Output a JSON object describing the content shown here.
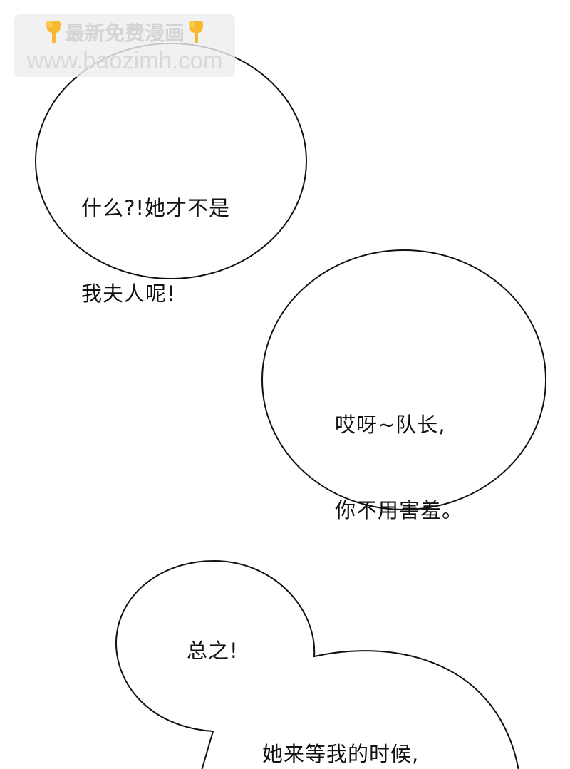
{
  "watermark": {
    "title": "最新免费漫画",
    "url": "www.baozimh.com",
    "icon_left": "pointing-down-hand-icon",
    "icon_right": "pointing-down-hand-icon",
    "accent_color": "#f5b82e"
  },
  "bubbles": [
    {
      "id": "bubble-1",
      "lines": [
        "什么?!她才不是",
        "我夫人呢!"
      ]
    },
    {
      "id": "bubble-2",
      "lines": [
        "哎呀~队长,",
        "你不用害羞。"
      ]
    },
    {
      "id": "bubble-3",
      "lines": [
        "总之!",
        "她来等我的时候,"
      ]
    }
  ]
}
